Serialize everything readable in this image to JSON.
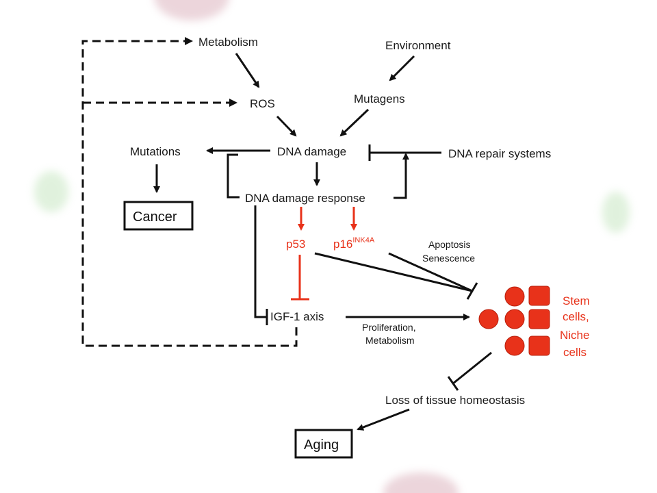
{
  "colors": {
    "black": "#111111",
    "red": "#e8321a"
  },
  "nodes": {
    "metabolism": "Metabolism",
    "environment": "Environment",
    "ros": "ROS",
    "mutagens": "Mutagens",
    "mutations": "Mutations",
    "dna_damage": "DNA damage",
    "dna_repair": "DNA repair systems",
    "cancer": "Cancer",
    "dna_damage_response": "DNA damage response",
    "p53": "p53",
    "p16_base": "p16",
    "p16_sup": "INK4A",
    "apoptosis": "Apoptosis",
    "senescence": "Senescence",
    "igf1": "IGF-1 axis",
    "proliferation": "Proliferation,",
    "metabolism2": "Metabolism",
    "stem1": "Stem",
    "stem2": "cells,",
    "stem3": "Niche",
    "stem4": "cells",
    "loss": "Loss of tissue homeostasis",
    "aging": "Aging"
  }
}
